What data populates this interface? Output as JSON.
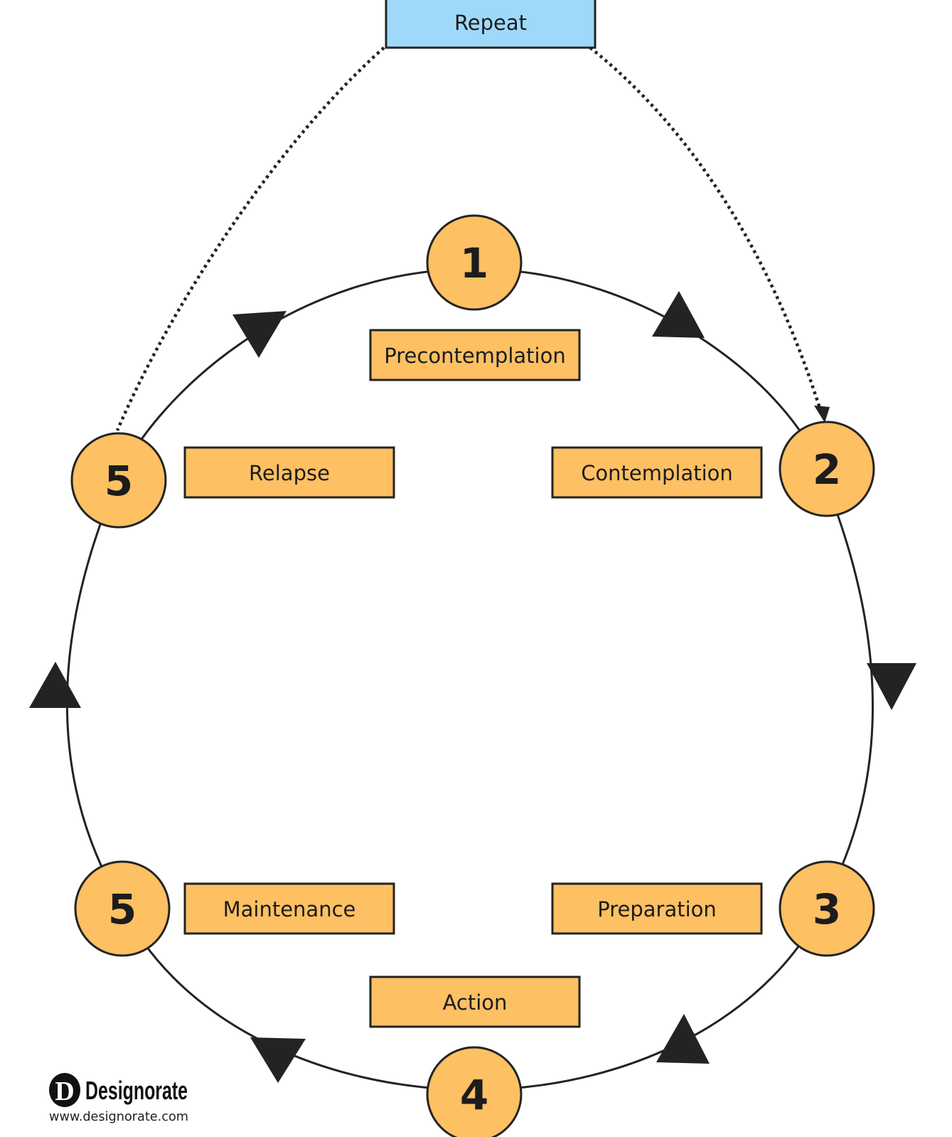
{
  "repeat": {
    "label": "Repeat",
    "color": "#9fd9f9"
  },
  "stages": [
    {
      "number": "1",
      "label": "Precontemplation"
    },
    {
      "number": "2",
      "label": "Contemplation"
    },
    {
      "number": "3",
      "label": "Preparation"
    },
    {
      "number": "4",
      "label": "Action"
    },
    {
      "number": "5",
      "label": "Maintenance"
    },
    {
      "number": "5",
      "label": "Relapse"
    }
  ],
  "colors": {
    "stage_fill": "#fdc063",
    "stroke": "#232323"
  },
  "brand": {
    "logo_letter": "D",
    "name": "Designorate",
    "url": "www.designorate.com"
  }
}
